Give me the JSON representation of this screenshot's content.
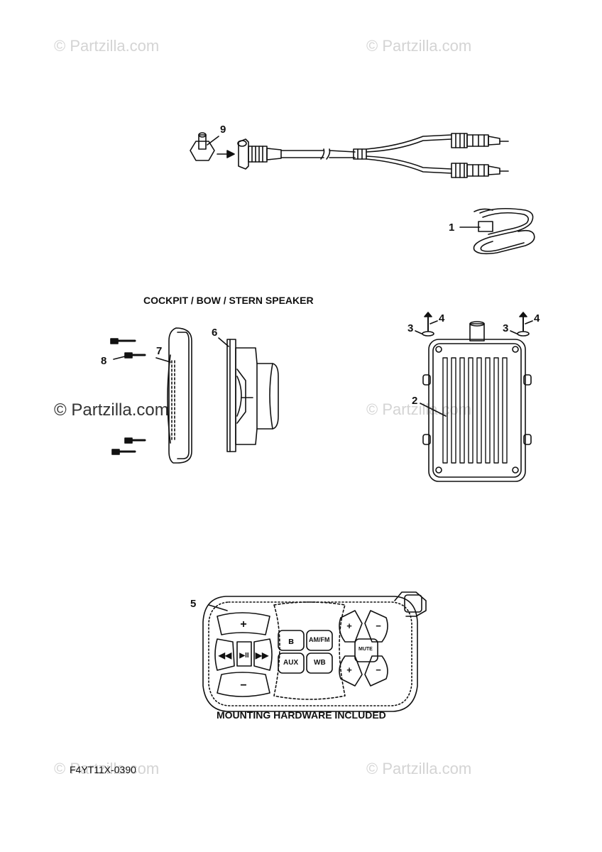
{
  "watermarks": {
    "top_left": "© Partzilla.com",
    "top_right": "© Partzilla.com",
    "middle_left": "© Partzilla.com",
    "middle_right": "© Partzilla.com",
    "bottom_left": "© Partzilla.com",
    "bottom_right": "© Partzilla.com"
  },
  "captions": {
    "speaker_group": "COCKPIT / BOW / STERN SPEAKER",
    "mounting_note": "MOUNTING HARDWARE INCLUDED",
    "diagram_code": "F4YT11X-0390"
  },
  "callouts": {
    "part_1": "1",
    "part_2": "2",
    "part_3_left": "3",
    "part_3_right": "3",
    "part_4_left": "4",
    "part_4_right": "4",
    "part_5": "5",
    "part_6": "6",
    "part_7": "7",
    "part_8": "8",
    "part_9": "9"
  },
  "remote_buttons": {
    "aux": "AUX",
    "wb": "WB",
    "am_fm": "AM/FM",
    "mute": "MUTE"
  }
}
